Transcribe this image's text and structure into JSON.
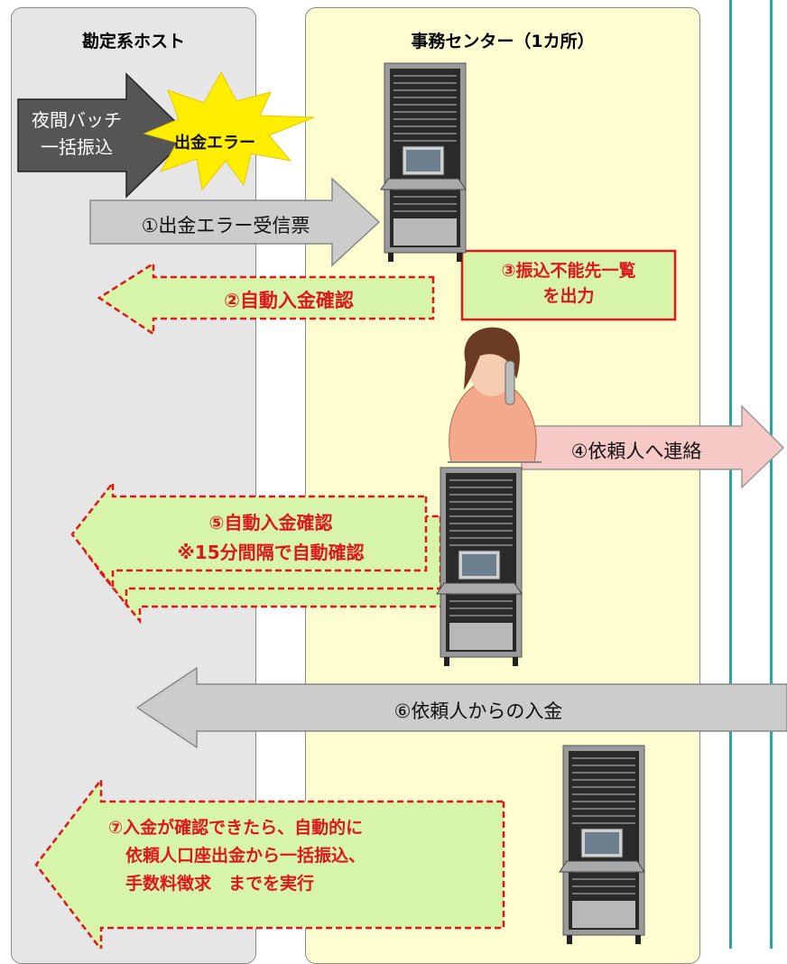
{
  "lanes": {
    "host_title": "勘定系ホスト",
    "center_title": "事務センター（1カ所）"
  },
  "steps": {
    "night_batch": "夜間バッチ\n一括振込",
    "error_burst": "出金エラー",
    "s1": "①出金エラー受信票",
    "s2": "②自動入金確認",
    "s3": "③振込不能先一覧\nを出力",
    "s4": "④依頼人へ連絡",
    "s5": "⑤自動入金確認\n※15分間隔で自動確認",
    "s6": "⑥依頼人からの入金",
    "s7": "⑦入金が確認できたら、自動的に\n　依頼人口座出金から一括振込、\n　手数料徴求　までを実行"
  },
  "colors": {
    "host_lane": "#e6e6e6",
    "center_lane": "#fdfdd0",
    "teal_line": "#2aa6a0",
    "green_arrow": "#d7f5a8",
    "red_dash": "#e0161b",
    "gray_arrow": "#cccccc",
    "pink_arrow": "#f6c8c6",
    "dark_arrow": "#555555",
    "burst": "#ffee00"
  }
}
